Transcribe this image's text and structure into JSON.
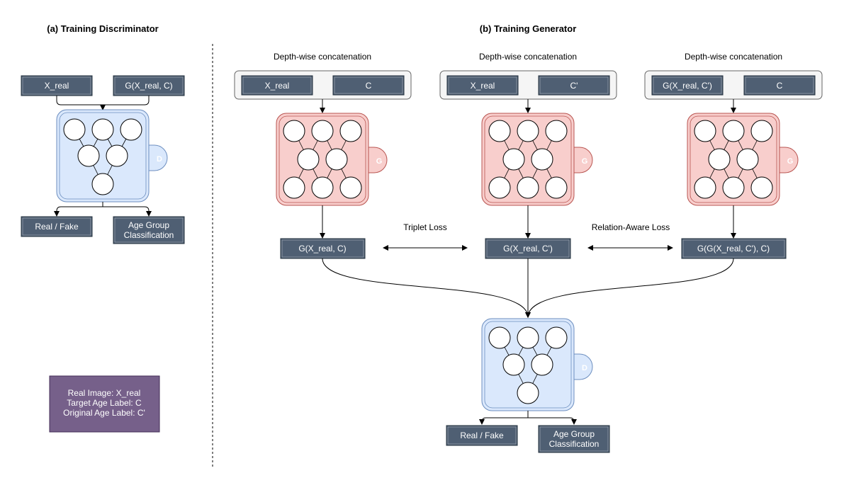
{
  "panel_a": {
    "title": "(a) Training Discriminator",
    "input_real": "X_real",
    "input_fake": "G(X_real, C)",
    "net_tag": "D",
    "out_real_fake": "Real / Fake",
    "out_age": [
      "Age Group",
      "Classification"
    ]
  },
  "panel_b": {
    "title": "(b) Training Generator",
    "concat_label": "Depth-wise  concatenation",
    "gen1_in": [
      "X_real",
      "C"
    ],
    "gen2_in": [
      "X_real",
      "C'"
    ],
    "gen3_in": [
      "G(X_real, C')",
      "C"
    ],
    "gen_tag": "G",
    "out1": "G(X_real, C)",
    "out2": "G(X_real, C')",
    "out3": "G(G(X_real, C'), C)",
    "loss1": "Triplet Loss",
    "loss2": "Relation-Aware Loss",
    "disc_tag": "D",
    "out_real_fake": "Real / Fake",
    "out_age": [
      "Age Group",
      "Classification"
    ]
  },
  "legend": {
    "lines": [
      "Real Image: X_real",
      "Target Age Label: C",
      "Original Age Label: C'"
    ]
  },
  "colors": {
    "dark_box": "#4f5f73",
    "disc_fill": "#dae8fc",
    "disc_stroke": "#6c8ebf",
    "gen_fill": "#f8cecc",
    "gen_stroke": "#b85450",
    "legend_fill": "#76608a"
  }
}
